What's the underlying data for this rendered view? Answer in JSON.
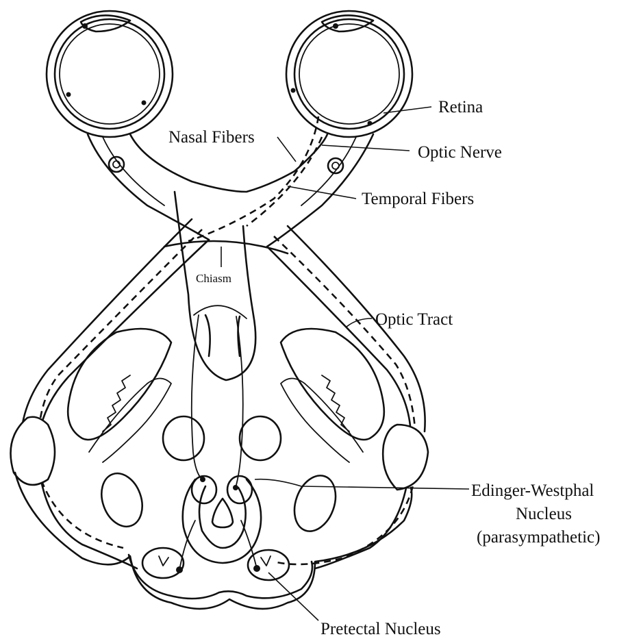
{
  "labels": {
    "retina": "Retina",
    "nasal_fibers": "Nasal Fibers",
    "optic_nerve": "Optic Nerve",
    "temporal_fibers": "Temporal Fibers",
    "chiasm": "Chiasm",
    "optic_tract": "Optic Tract",
    "edinger_westphal_1": "Edinger-Westphal",
    "edinger_westphal_2": "Nucleus",
    "edinger_westphal_3": "(parasympathetic)",
    "pretectal_nucleus": "Pretectal Nucleus"
  }
}
